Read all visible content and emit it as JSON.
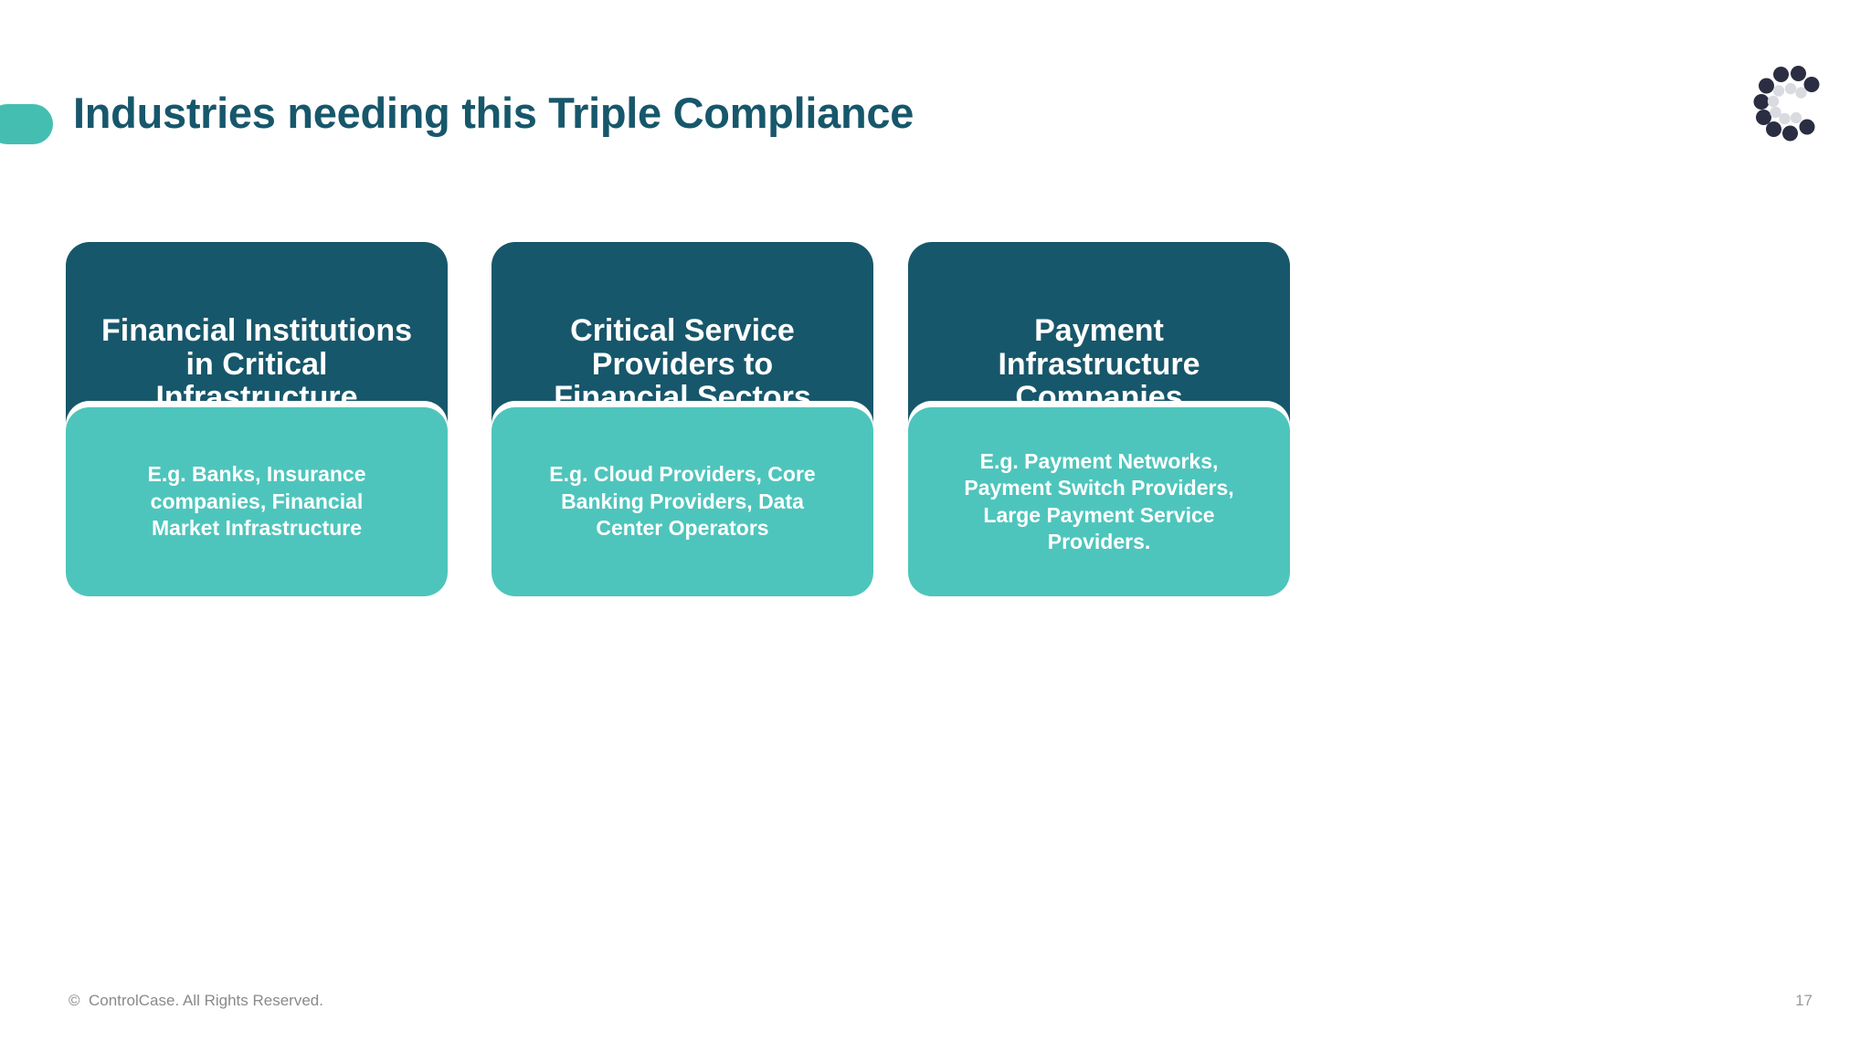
{
  "slide": {
    "title": "Industries needing this Triple Compliance",
    "accent_color": "#45BEB2",
    "title_color": "#17576B",
    "header_card_color": "#17576B",
    "body_card_color": "#4EC5BC",
    "background_color": "#ffffff"
  },
  "logo": {
    "name": "controlcase-logo",
    "outer_dot_color": "#2B2D42",
    "inner_dot_color": "#D9DBE0"
  },
  "cards": [
    {
      "heading": "Financial Institutions\nin Critical\nInfrastructure",
      "example": "E.g. Banks, Insurance\ncompanies,  Financial\nMarket Infrastructure"
    },
    {
      "heading": "Critical Service\nProviders to\nFinancial Sectors",
      "example": "E.g. Cloud Providers, Core\nBanking Providers, Data\nCenter Operators"
    },
    {
      "heading": "Payment\nInfrastructure\nCompanies",
      "example": "E.g. Payment Networks,\nPayment Switch Providers,\nLarge Payment Service\nProviders."
    }
  ],
  "footer": {
    "copyright": "©  ControlCase. All Rights Reserved.",
    "page_number": "17"
  }
}
